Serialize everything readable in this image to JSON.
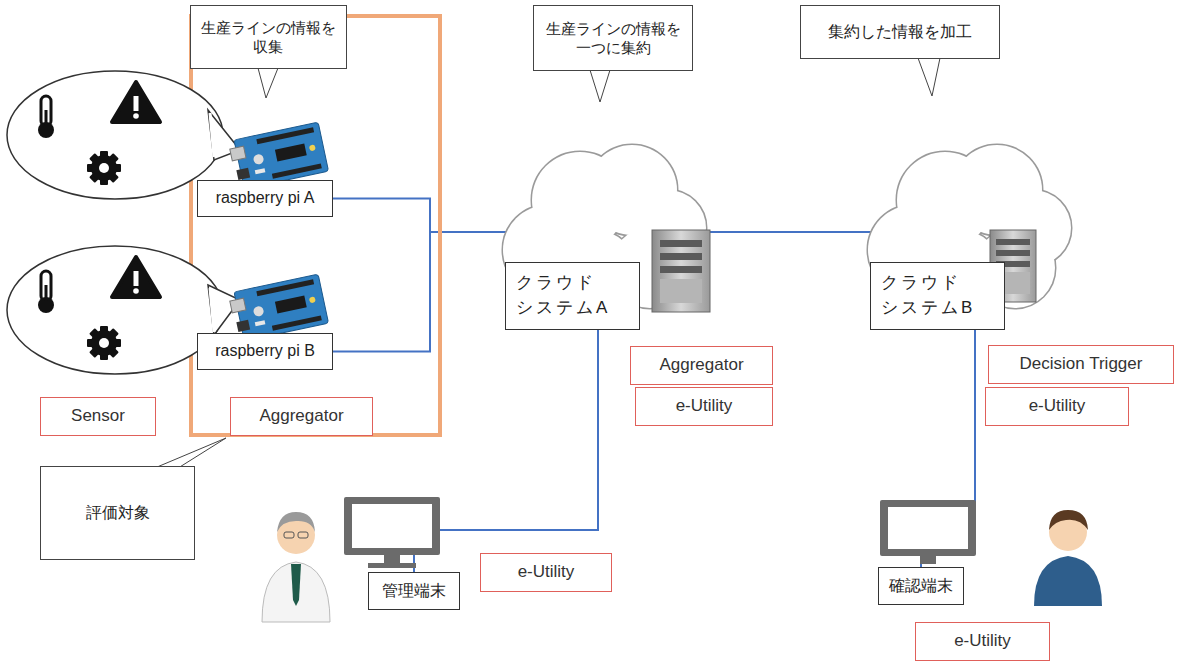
{
  "diagram": {
    "nodes": [
      {
        "text": [
          "生産ラインの情報を 収集"
        ]
      },
      {
        "text": [
          "生産ラインの情報を 一つに集約"
        ]
      },
      {
        "text": [
          "集約した情報を加工"
        ]
      },
      {
        "text": [
          "raspberry pi A"
        ]
      },
      {
        "text": [
          "raspberry pi B"
        ]
      },
      {
        "text": [
          "Sensor"
        ]
      },
      {
        "text": [
          "Aggregator"
        ]
      },
      {
        "text": [
          "評価対象"
        ]
      },
      {
        "text": [
          "クラウド システムA"
        ]
      },
      {
        "text": [
          "Aggregator"
        ]
      },
      {
        "text": [
          "e-Utility"
        ]
      },
      {
        "text": [
          "クラウド システムB"
        ]
      },
      {
        "text": [
          "Decision Trigger"
        ]
      },
      {
        "text": [
          "e-Utility"
        ]
      },
      {
        "text": [
          "管理端末"
        ]
      },
      {
        "text": [
          "e-Utility"
        ]
      },
      {
        "text": [
          "確認端末"
        ]
      },
      {
        "text": [
          "e-Utility"
        ]
      }
    ],
    "edges": [
      {
        "from": 3,
        "to": 8,
        "arrow": "none"
      },
      {
        "from": 4,
        "to": 8,
        "arrow": "none"
      },
      {
        "from": 8,
        "to": 11,
        "arrow": "none"
      },
      {
        "from": 8,
        "to": 14,
        "arrow": "none"
      },
      {
        "from": 11,
        "to": 16,
        "arrow": "none"
      }
    ]
  }
}
